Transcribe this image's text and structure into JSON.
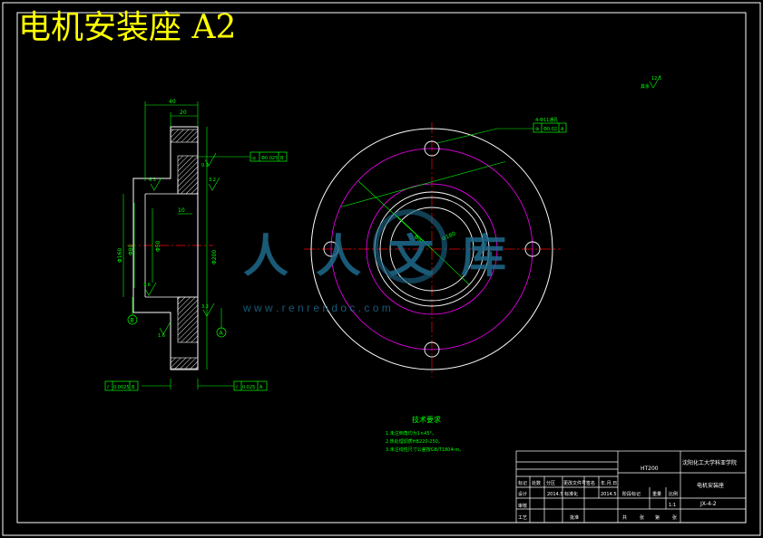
{
  "title": "电机安装座 A2",
  "colors": {
    "background": "#000000",
    "title": "#ffff00",
    "outline": "#ffffff",
    "dimension": "#00ff00",
    "centerline": "#ff0000",
    "bolt_circle": "#ff00ff",
    "hatch": "#ffffff",
    "watermark": "#1e6a8c"
  },
  "side_view": {
    "dims": {
      "overall_width": "40",
      "flange_width": "20",
      "step": "10",
      "chamfer_top": "0.2",
      "big_dia": "Φ200",
      "mid_dia": "Φ160",
      "small_dia": "Φ80",
      "bore": "Φ50"
    },
    "roughness": [
      "6.3",
      "3.2",
      "1.6",
      "1.6",
      "3.2"
    ],
    "datum_a": "A",
    "datum_b": "B",
    "tol_frame_right": {
      "symbol": "◎",
      "value": "Φ0.025",
      "datum": "B"
    },
    "tol_frame_left": {
      "symbol": "⫽",
      "value": "0.0025",
      "datum": "B"
    },
    "tol_frame_bottom": {
      "symbol": "⫽",
      "value": "0.025",
      "datum": "A"
    }
  },
  "front_view": {
    "hole_note": "4-Φ11通孔",
    "hole_tol": {
      "symbol": "⊕",
      "value": "Φ0.02",
      "datum": "A"
    },
    "dia_bolt": "Φ180",
    "dia_inner": "Φ92"
  },
  "surface_note": "其余",
  "surface_value": "12.5",
  "watermark": {
    "text": "人人文库",
    "url": "w w w . r e n r e n d o c . c o m"
  },
  "tech_req": {
    "heading": "技术要求",
    "items": [
      "1.未注倒角均为1×45°。",
      "2.热处理调质HB220-250。",
      "3.未注线性尺寸公差按GB/T1804-m。"
    ]
  },
  "title_block": {
    "material": "HT200",
    "school": "沈阳化工大学科亚学院",
    "part_name": "电机安装座",
    "drawing_no": "JX-4-2",
    "cells_top": [
      "标记",
      "处数",
      "分区",
      "更改文件号",
      "签名",
      "年.月.日"
    ],
    "cells_mid": [
      "设计",
      "2014.5",
      "标准化",
      "2014.5",
      "阶段标记",
      "重量",
      "比例"
    ],
    "scale": "1:1",
    "cells_bottom": [
      "审核",
      "工艺",
      "批准",
      "共",
      "张",
      "第",
      "张"
    ]
  }
}
